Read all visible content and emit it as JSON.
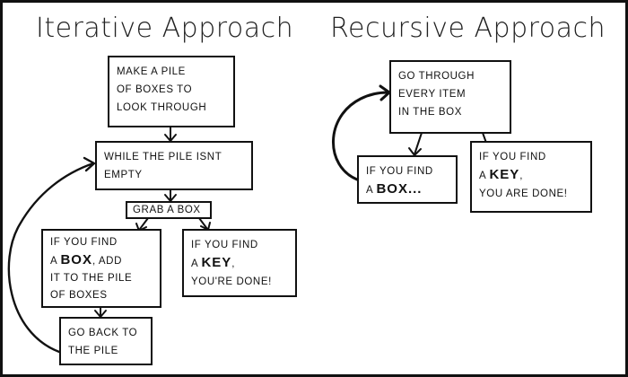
{
  "iterative": {
    "title": "Iterative Approach",
    "box_make_pile": "Make a pile\nof boxes to\nlook through",
    "box_while": "While the pile isnt\nempty",
    "box_grab": "Grab a box",
    "box_find_box": {
      "prefix": "If you find\nA ",
      "keyword": "BOX",
      "suffix": ", add\nit to the pile\nof boxes"
    },
    "box_find_key": {
      "prefix": "If you find\nA ",
      "keyword": "KEY",
      "suffix": ",\nyou're done!"
    },
    "box_go_back": "Go back to\nthe pile"
  },
  "recursive": {
    "title": "Recursive Approach",
    "box_go_through": "Go through\nevery item\nin the box",
    "box_find_box": {
      "prefix": "If you find\nA ",
      "keyword": "BOX",
      "suffix": "..."
    },
    "box_find_key": {
      "prefix": "If you find\nA ",
      "keyword": "KEY",
      "suffix": ",\nyou are done!"
    }
  },
  "colors": {
    "ink": "#111111",
    "background": "#ffffff"
  }
}
